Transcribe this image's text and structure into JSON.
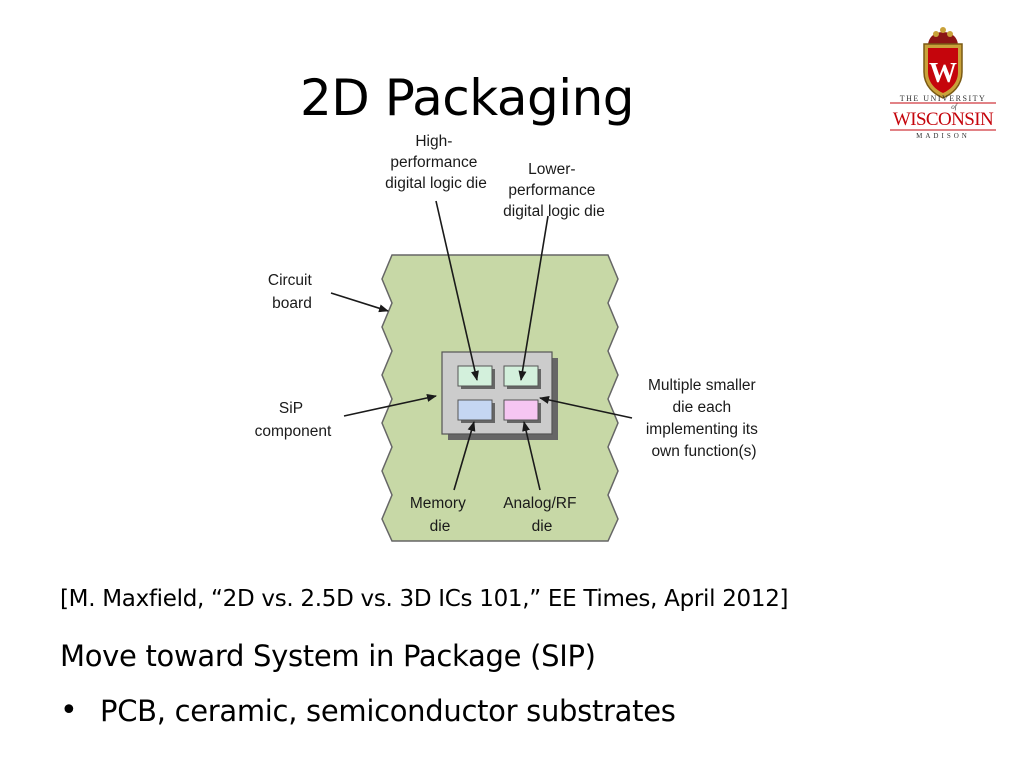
{
  "slide": {
    "title": "2D Packaging",
    "citation": "[M. Maxfield, “2D vs. 2.5D vs. 3D ICs 101,” EE Times, April 2012]",
    "subtitle": "Move toward System in Package (SIP)",
    "bullet": {
      "marker": "•",
      "text": "PCB, ceramic, semiconductor substrates"
    }
  },
  "logo": {
    "crest_letter": "W",
    "line1": "THE UNIVERSITY",
    "line2": "of",
    "line3": "WISCONSIN",
    "line4": "MADISON",
    "colors": {
      "red": "#c5050c",
      "gold": "#c9a23a"
    }
  },
  "diagram": {
    "colors": {
      "board": "#c7d8a6",
      "package": "#cccccc",
      "die_green": "#d3f0dc",
      "die_blue": "#c5d6f2",
      "die_pink": "#f6c6f2"
    },
    "labels": {
      "high_perf": [
        "High-",
        "performance",
        "digital logic die"
      ],
      "lower_perf": [
        "Lower-",
        "performance",
        "digital logic die"
      ],
      "circuit_board": [
        "Circuit",
        "board"
      ],
      "sip_component": [
        "SiP",
        "component"
      ],
      "multiple_die": [
        "Multiple smaller",
        "die each",
        "implementing its",
        "own function(s)"
      ],
      "memory_die": [
        "Memory",
        "die"
      ],
      "analog_rf_die": [
        "Analog/RF",
        "die"
      ]
    }
  }
}
